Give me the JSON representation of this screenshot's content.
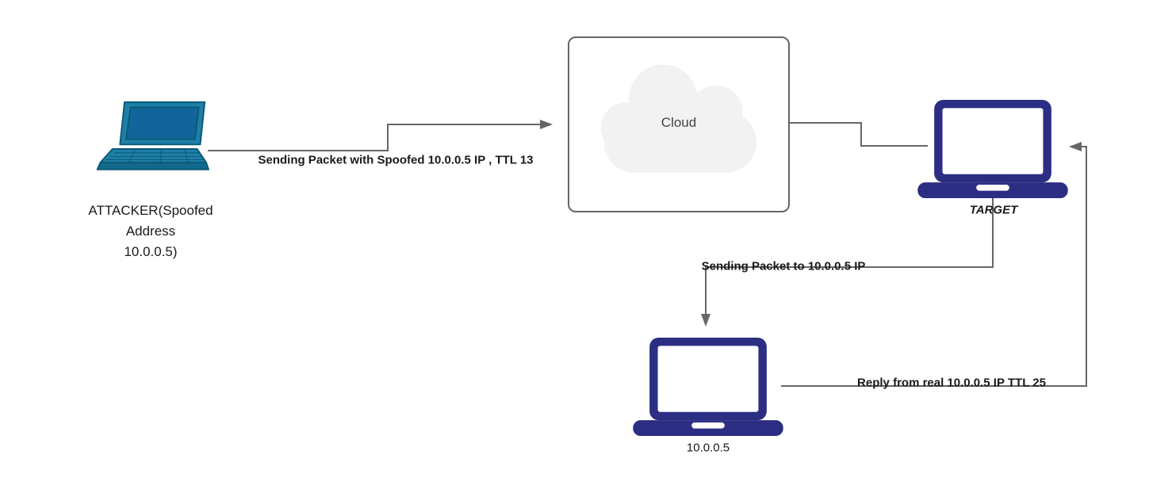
{
  "nodes": {
    "attacker": {
      "label": "ATTACKER(Spoofed\nAddress\n10.0.0.5)"
    },
    "cloud": {
      "label": "Cloud"
    },
    "target": {
      "label": "TARGET"
    },
    "real_host": {
      "label": "10.0.0.5"
    }
  },
  "edges": {
    "attacker_to_cloud": {
      "label": "Sending Packet with Spoofed 10.0.0.5 IP , TTL 13"
    },
    "target_to_real_host": {
      "label": "Sending Packet to 10.0.0.5 IP"
    },
    "real_host_to_target": {
      "label": "Reply from real 10.0.0.5 IP TTL 25"
    }
  },
  "colors": {
    "attacker_laptop": "#1d7fa8",
    "attacker_laptop_dark": "#0b5876",
    "attacker_screen": "#11659a",
    "navy_laptop": "#2b2e83",
    "connector": "#666666",
    "cloud_fill": "#f2f2f2",
    "box_border": "#666666"
  }
}
